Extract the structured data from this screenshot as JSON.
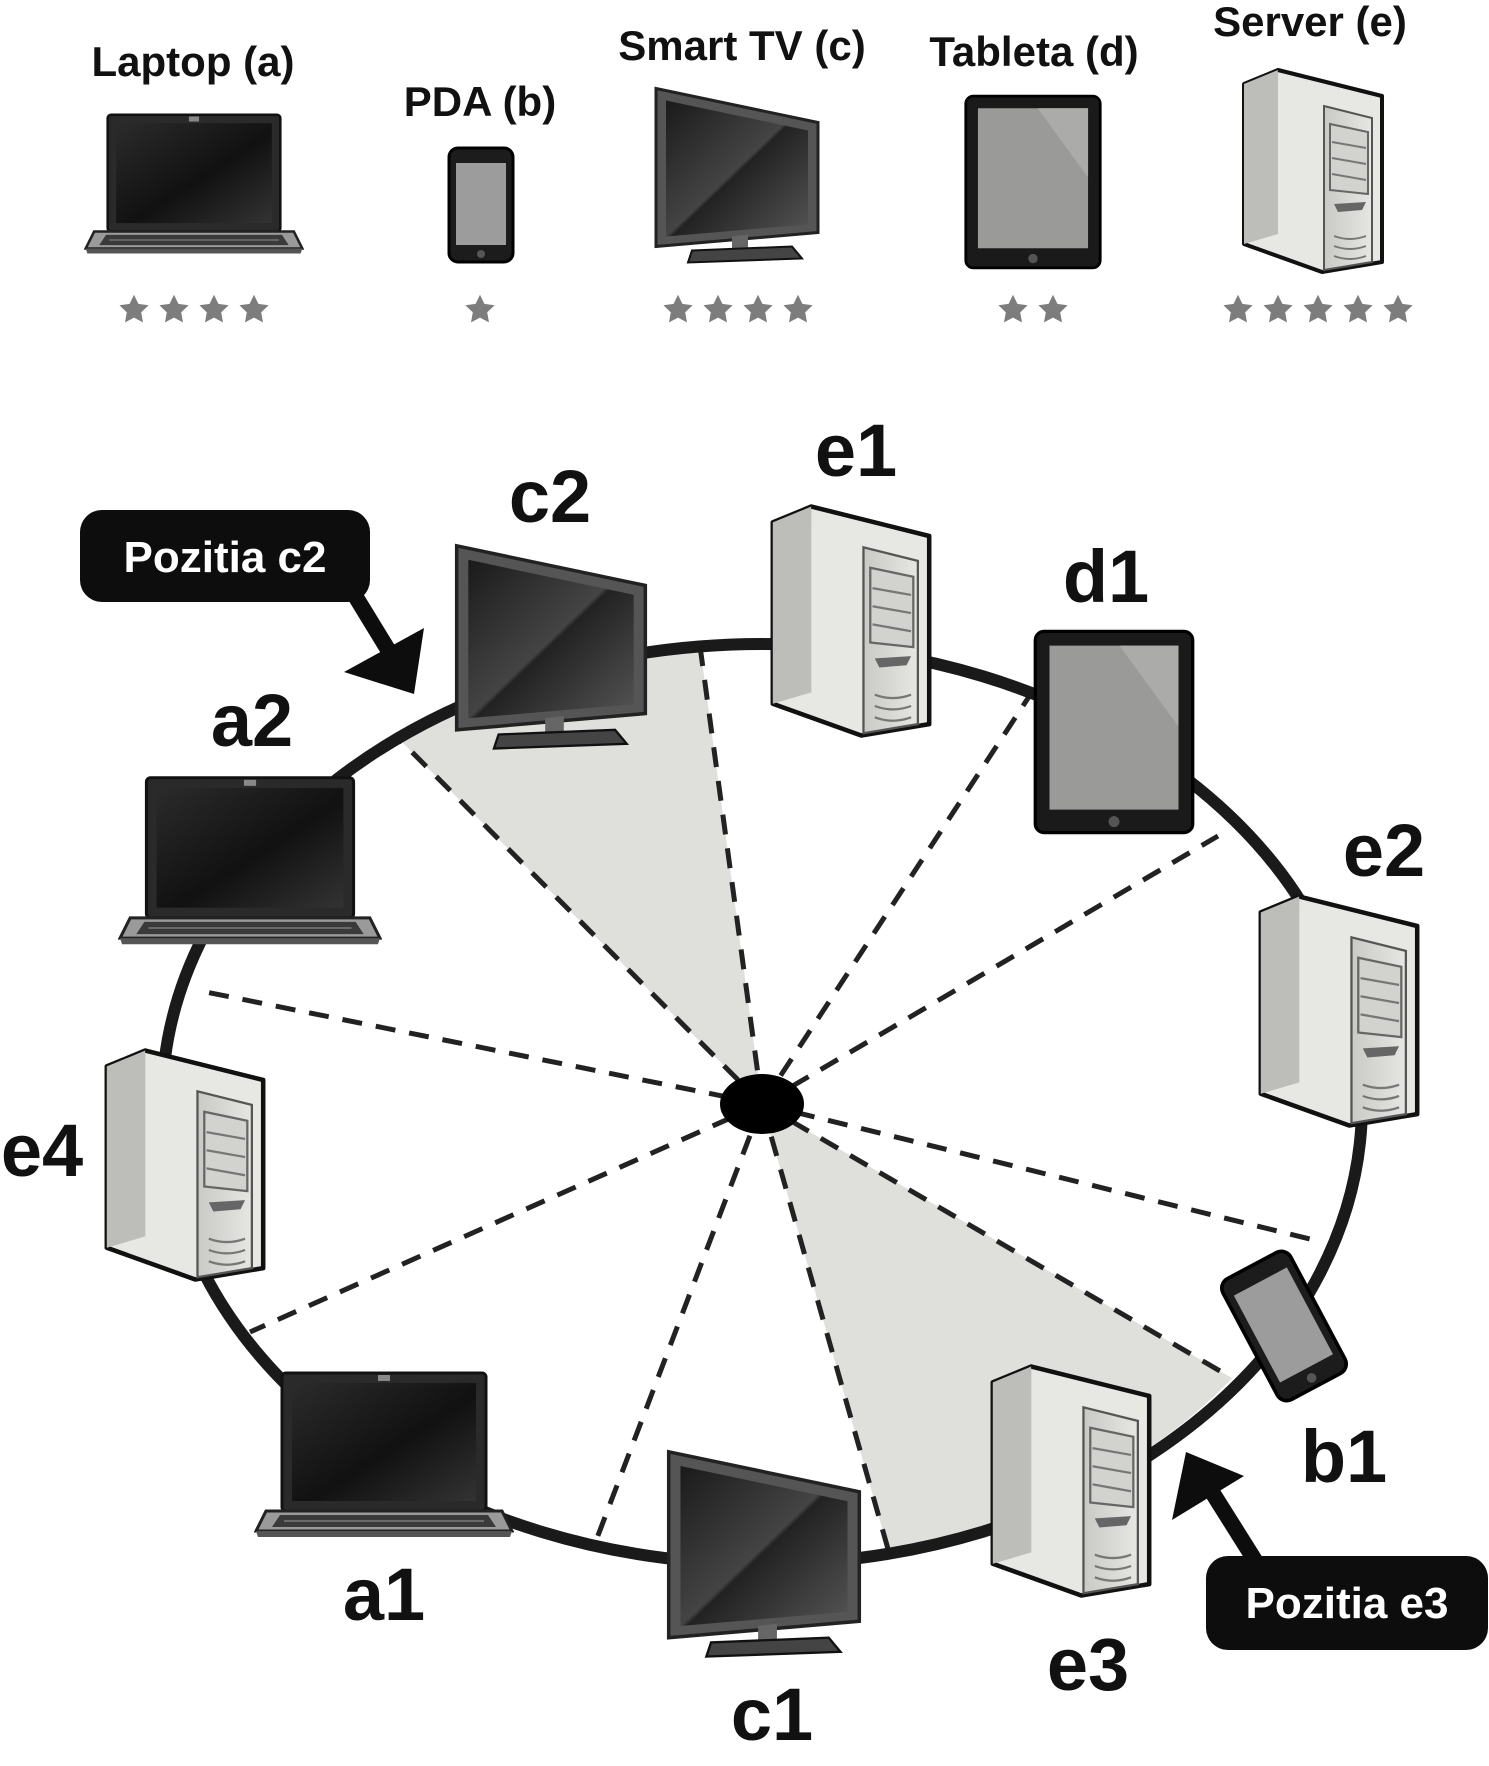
{
  "legend": [
    {
      "id": "a",
      "label": "Laptop (a)",
      "device": "laptop",
      "stars": 4
    },
    {
      "id": "b",
      "label": "PDA (b)",
      "device": "pda",
      "stars": 1
    },
    {
      "id": "c",
      "label": "Smart TV (c)",
      "device": "tv",
      "stars": 4
    },
    {
      "id": "d",
      "label": "Tableta (d)",
      "device": "tablet",
      "stars": 2
    },
    {
      "id": "e",
      "label": "Server (e)",
      "device": "server",
      "stars": 5
    }
  ],
  "ring": {
    "nodes": [
      {
        "label": "e1",
        "device": "server"
      },
      {
        "label": "d1",
        "device": "tablet"
      },
      {
        "label": "e2",
        "device": "server"
      },
      {
        "label": "b1",
        "device": "pda"
      },
      {
        "label": "e3",
        "device": "server"
      },
      {
        "label": "c1",
        "device": "tv"
      },
      {
        "label": "a1",
        "device": "laptop"
      },
      {
        "label": "e4",
        "device": "server"
      },
      {
        "label": "a2",
        "device": "laptop"
      },
      {
        "label": "c2",
        "device": "tv"
      }
    ]
  },
  "callouts": {
    "c2": "Pozitia c2",
    "e3": "Pozitia e3"
  },
  "colors": {
    "ring": "#1a1a1a",
    "sector_fill": "#dfe0dc",
    "star": "#7d7d7d",
    "callout_bg": "#0d0d0d"
  }
}
